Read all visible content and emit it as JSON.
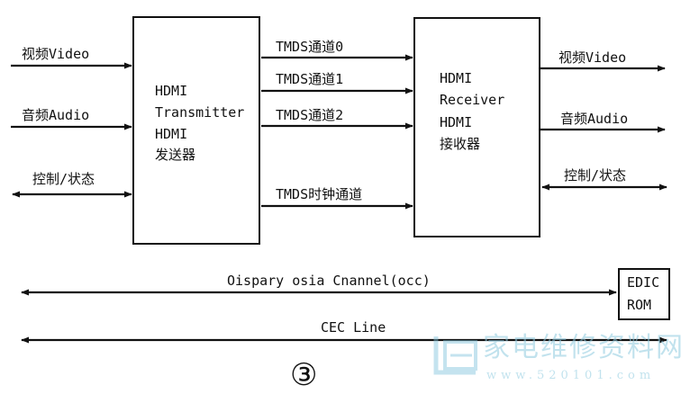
{
  "transmitter": {
    "lines": [
      "HDMI",
      "Transmitter",
      "HDMI",
      "发送器"
    ]
  },
  "receiver": {
    "lines": [
      "HDMI",
      "Receiver",
      "HDMI",
      "接收器"
    ]
  },
  "left_inputs": {
    "video": "视频Video",
    "audio": "音频Audio",
    "control": "控制/状态"
  },
  "right_outputs": {
    "video": "视频Video",
    "audio": "音频Audio",
    "control": "控制/状态"
  },
  "channels": {
    "ch0": "TMDS通道0",
    "ch1": "TMDS通道1",
    "ch2": "TMDS通道2",
    "clock": "TMDS时钟通道"
  },
  "ddc_label": "Oispary osia Cnannel(occ)",
  "cec_label": "CEC Line",
  "edid": {
    "line1": "EDIC",
    "line2": "ROM"
  },
  "figure_number": "③",
  "watermark": {
    "title": "家电维修资料网",
    "url": "www.520101.com"
  }
}
